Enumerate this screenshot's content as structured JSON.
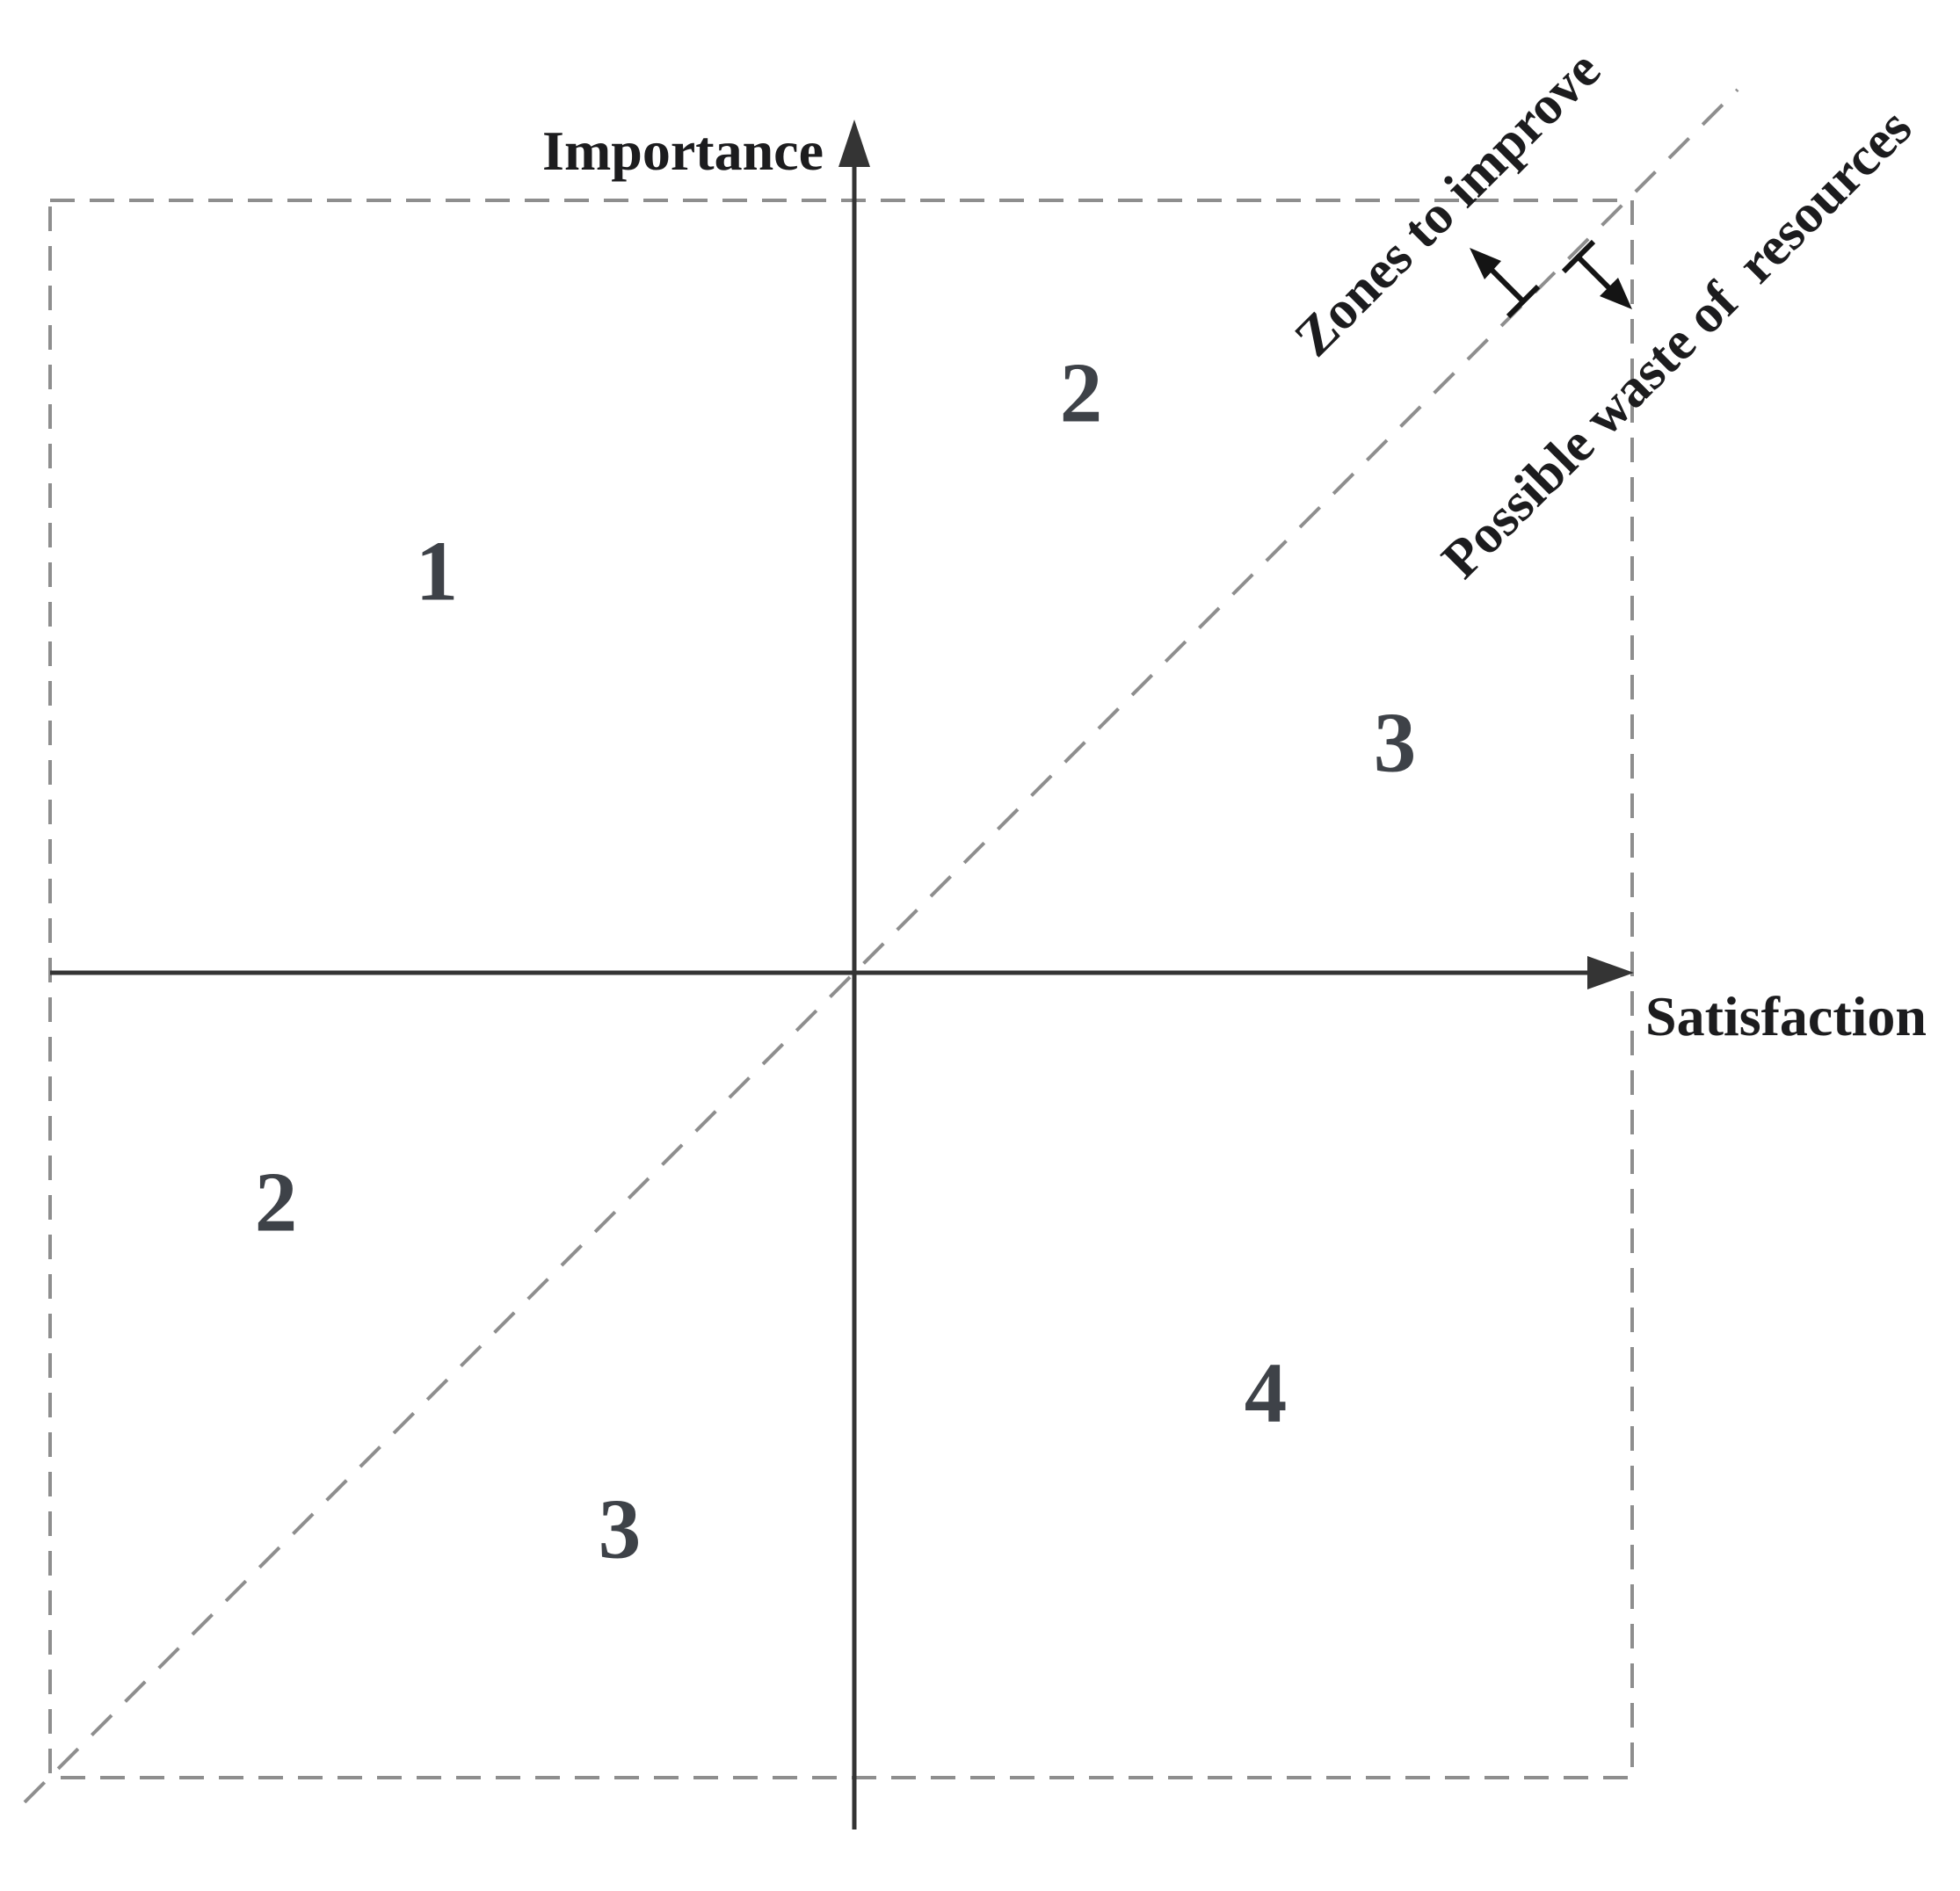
{
  "axes": {
    "y_label": "Importance",
    "x_label": "Satisfaction"
  },
  "annotations": {
    "above_diagonal": "Zones to improve",
    "below_diagonal": "Possible waste of  resources"
  },
  "zones": [
    {
      "label": "1",
      "position": "upper-left-quadrant"
    },
    {
      "label": "2",
      "position": "upper-right-quadrant-above-diagonal"
    },
    {
      "label": "3",
      "position": "upper-right-quadrant-below-diagonal"
    },
    {
      "label": "2",
      "position": "lower-left-quadrant-above-diagonal"
    },
    {
      "label": "3",
      "position": "lower-left-quadrant-below-diagonal"
    },
    {
      "label": "4",
      "position": "lower-right-quadrant"
    }
  ],
  "colors": {
    "axis": "#343434",
    "dashed": "#8e8e8e",
    "text": "#1c1c1e",
    "zone_number": "#3e4248",
    "arrow": "#141414",
    "background": "#ffffff"
  }
}
